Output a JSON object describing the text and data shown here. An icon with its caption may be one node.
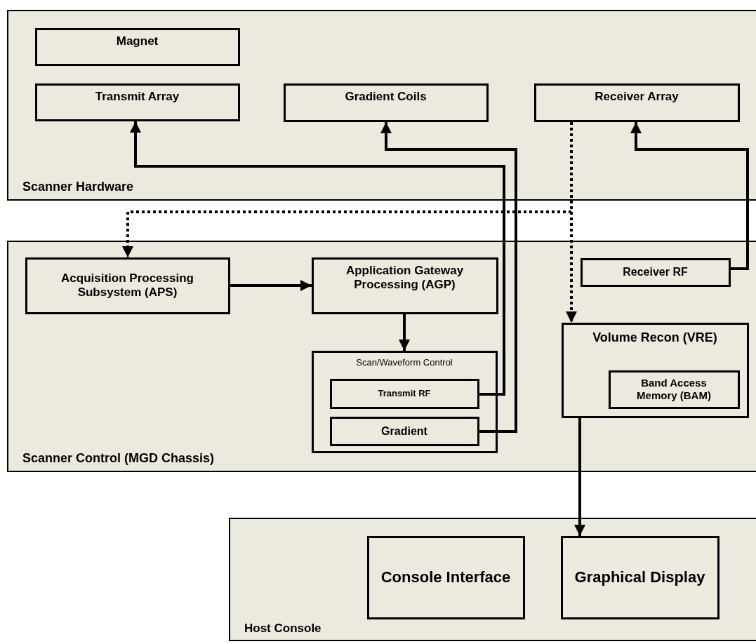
{
  "diagram": {
    "nodes": [
      {
        "text": [
          "Scanner Hardware"
        ]
      },
      {
        "text": [
          "Magnet"
        ],
        "in": 0
      },
      {
        "text": [
          "Transmit Array"
        ],
        "in": 0
      },
      {
        "text": [
          "Gradient Coils"
        ],
        "in": 0
      },
      {
        "text": [
          "Receiver Array"
        ],
        "in": 0
      },
      {
        "text": [
          "Scanner Control (MGD Chassis)"
        ]
      },
      {
        "text": [
          "Acquisition Processing Subsystem (APS)"
        ],
        "in": 5
      },
      {
        "text": [
          "Application Gateway Processing (AGP)"
        ],
        "in": 5
      },
      {
        "text": [
          "Receiver RF"
        ],
        "in": 5
      },
      {
        "text": [
          "Volume Recon (VRE)"
        ],
        "in": 5
      },
      {
        "text": [
          "Band Access Memory (BAM)"
        ],
        "in": 9
      },
      {
        "text": [
          "Scan/Waveform Control"
        ],
        "in": 5
      },
      {
        "text": [
          "Transmit RF"
        ],
        "in": 11
      },
      {
        "text": [
          "Gradient"
        ],
        "in": 11
      },
      {
        "text": [
          "Host Console"
        ]
      },
      {
        "text": [
          "Console Interface"
        ],
        "in": 14
      },
      {
        "text": [
          "Graphical Display"
        ],
        "in": 14
      }
    ],
    "edges": [
      {
        "from": 12,
        "to": 2,
        "arrow": "to"
      },
      {
        "from": 13,
        "to": 3,
        "arrow": "to"
      },
      {
        "from": 8,
        "to": 4,
        "arrow": "to"
      },
      {
        "from": 4,
        "to": 6,
        "arrow": "to",
        "style": "dashed"
      },
      {
        "from": 4,
        "to": 9,
        "arrow": "to",
        "style": "dashed"
      },
      {
        "from": 6,
        "to": 7,
        "arrow": "to"
      },
      {
        "from": 7,
        "to": 11,
        "arrow": "to"
      },
      {
        "from": 9,
        "to": 16,
        "arrow": "to"
      }
    ]
  }
}
